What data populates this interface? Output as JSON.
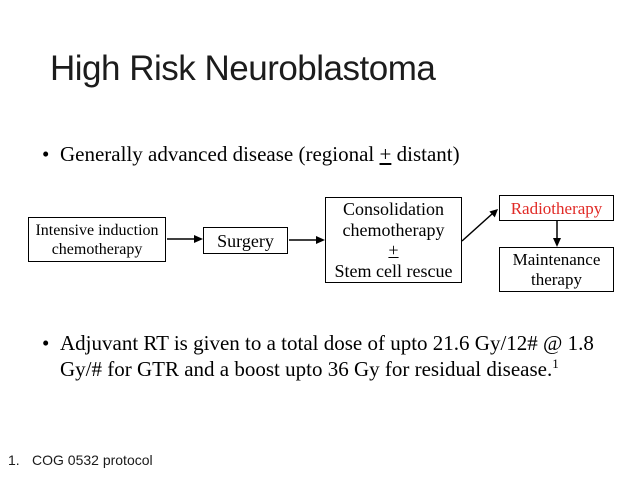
{
  "title": "High Risk Neuroblastoma",
  "bullet_char": "•",
  "bullets": [
    {
      "before_plus": "Generally advanced disease (regional ",
      "plus": "+",
      "after_plus": " distant)"
    },
    {
      "lines": [
        "Adjuvant RT is given to a total dose of upto 21.6 Gy/12# @ 1.8",
        "Gy/# for GTR and a boost upto 36 Gy for residual disease."
      ],
      "superscript": "1"
    }
  ],
  "flowchart": {
    "boxes": [
      {
        "name": "intensive-induction-chemotherapy",
        "lines": [
          "Intensive induction",
          "chemotherapy"
        ]
      },
      {
        "name": "surgery",
        "lines": [
          "Surgery"
        ]
      },
      {
        "name": "consolidation-chemotherapy-stem-cell-rescue",
        "lines": [
          "Consolidation",
          "chemotherapy",
          "+",
          "Stem cell rescue"
        ]
      },
      {
        "name": "radiotherapy",
        "lines": [
          "Radiotherapy"
        ],
        "text_color": "#e12a26"
      },
      {
        "name": "maintenance-therapy",
        "lines": [
          "Maintenance",
          "therapy"
        ]
      }
    ],
    "arrows": [
      {
        "from": "intensive-induction-chemotherapy",
        "to": "surgery",
        "direction": "right"
      },
      {
        "from": "surgery",
        "to": "consolidation-chemotherapy-stem-cell-rescue",
        "direction": "right"
      },
      {
        "from": "consolidation-chemotherapy-stem-cell-rescue",
        "to": "radiotherapy",
        "direction": "up-right"
      },
      {
        "from": "radiotherapy",
        "to": "maintenance-therapy",
        "direction": "down"
      }
    ]
  },
  "footnote": {
    "number": "1.",
    "text": "COG 0532 protocol"
  },
  "colors": {
    "background": "#ffffff",
    "title_text": "#1c1c1c",
    "body_text": "#000000",
    "box_border": "#000000",
    "radiotherapy_text": "#e12a26",
    "arrow": "#000000"
  }
}
